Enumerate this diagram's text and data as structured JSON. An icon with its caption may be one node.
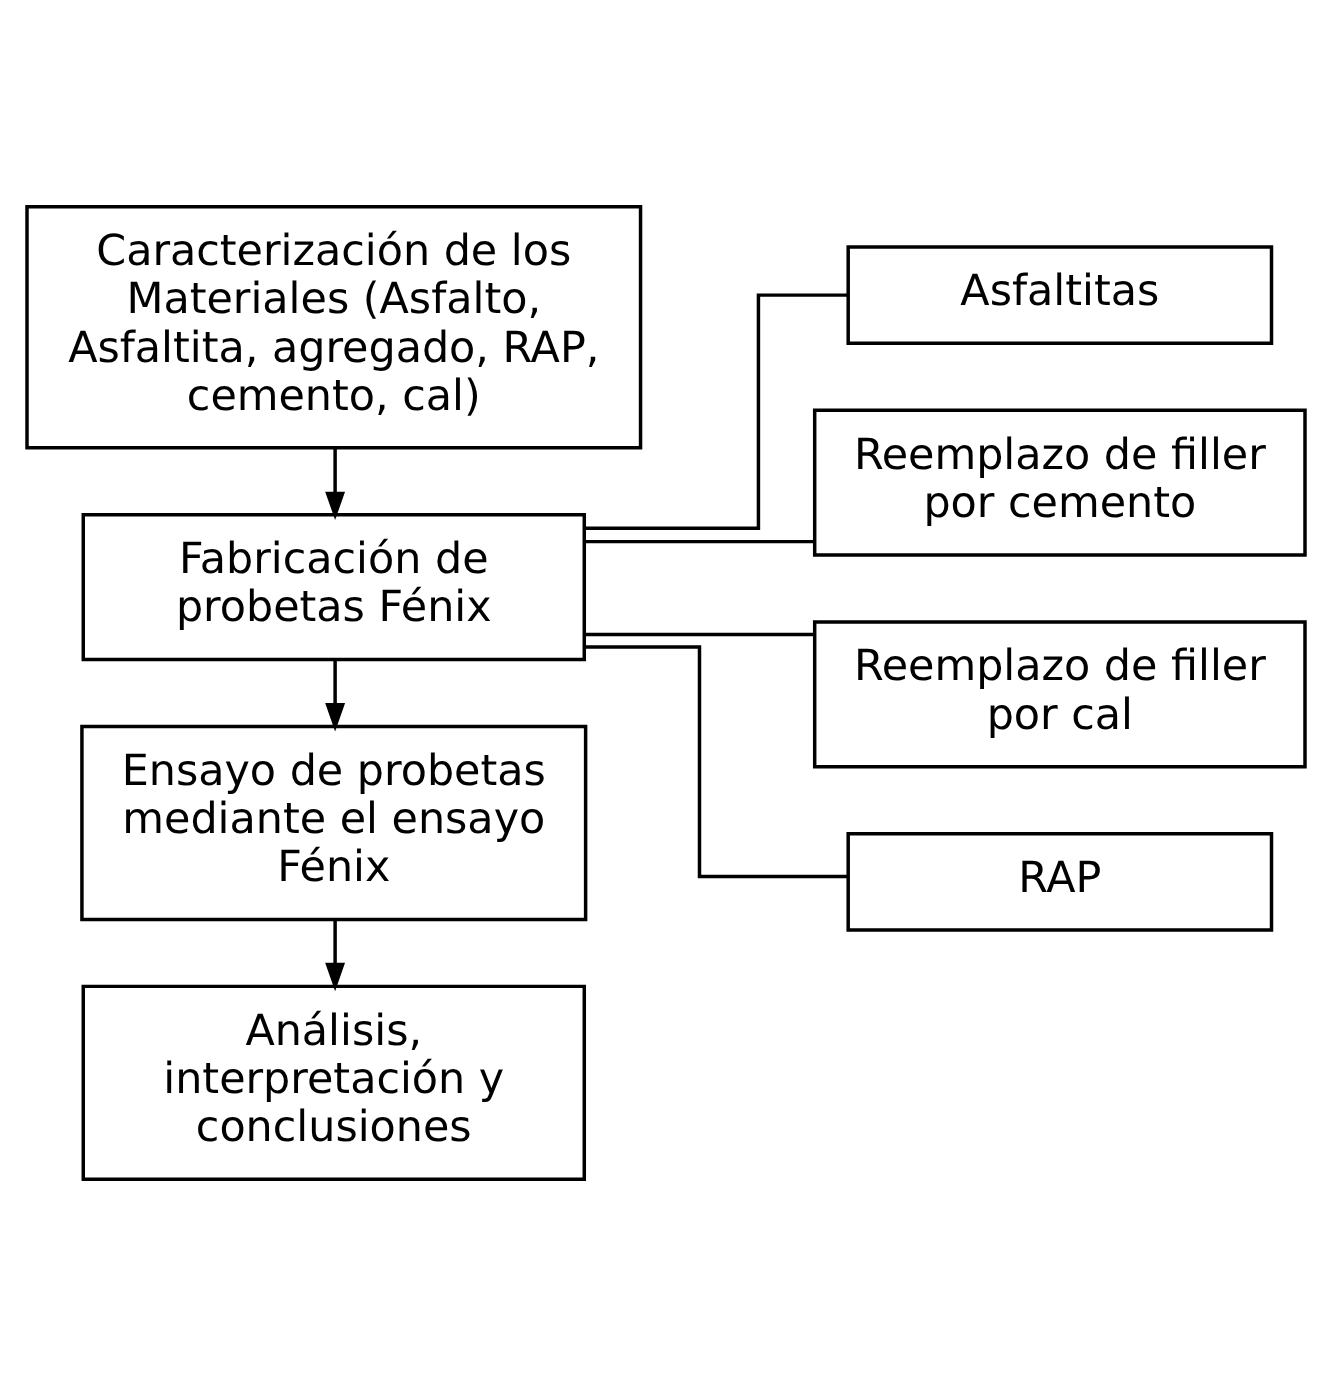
{
  "diagram": {
    "nodes": [
      {
        "text": [
          "Caracterización de los Materiales (Asfalto, Asfaltita, agregado, RAP, cemento, cal)"
        ]
      },
      {
        "text": [
          "Fabricación de probetas Fénix"
        ]
      },
      {
        "text": [
          "Ensayo de probetas mediante el ensayo Fénix"
        ]
      },
      {
        "text": [
          "Análisis, interpretación y conclusiones"
        ]
      },
      {
        "text": [
          "Asfaltitas"
        ]
      },
      {
        "text": [
          "Reemplazo de filler por cemento"
        ]
      },
      {
        "text": [
          "Reemplazo de filler por cal"
        ]
      },
      {
        "text": [
          "RAP"
        ]
      }
    ],
    "edges": [
      {
        "from": 0,
        "to": 1,
        "arrow": "to"
      },
      {
        "from": 1,
        "to": 2,
        "arrow": "to"
      },
      {
        "from": 2,
        "to": 3,
        "arrow": "to"
      },
      {
        "from": 1,
        "to": 4,
        "arrow": "none"
      },
      {
        "from": 1,
        "to": 5,
        "arrow": "none"
      },
      {
        "from": 1,
        "to": 6,
        "arrow": "none"
      },
      {
        "from": 1,
        "to": 7,
        "arrow": "none"
      }
    ]
  }
}
